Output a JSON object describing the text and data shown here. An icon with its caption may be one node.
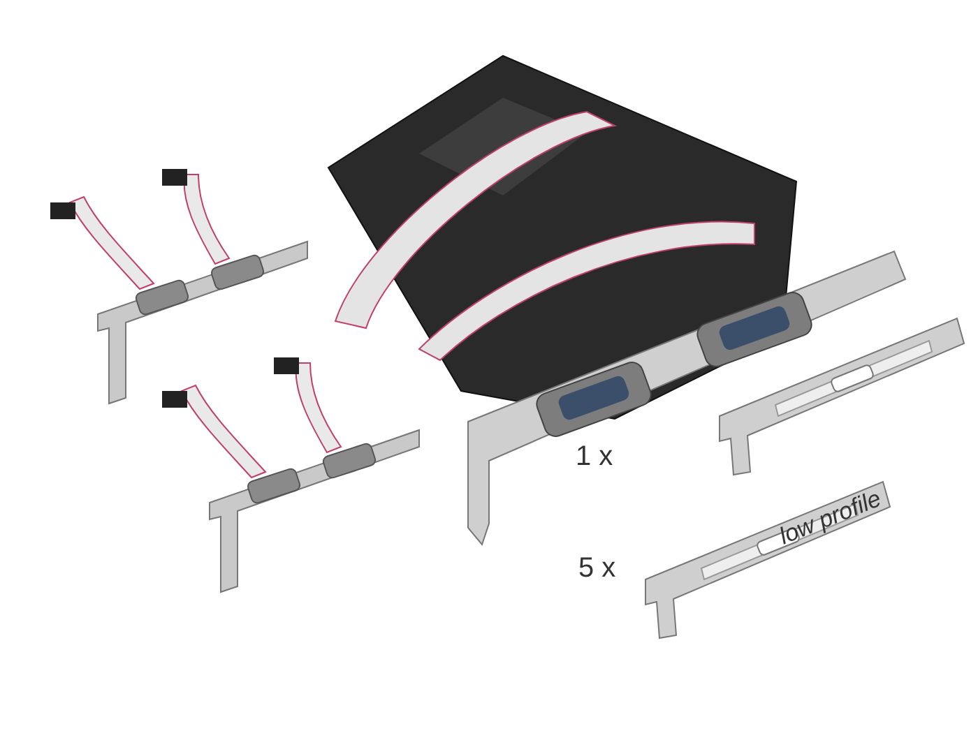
{
  "diagram": {
    "labels": [
      "1 x",
      "5 x",
      "low profile"
    ]
  }
}
